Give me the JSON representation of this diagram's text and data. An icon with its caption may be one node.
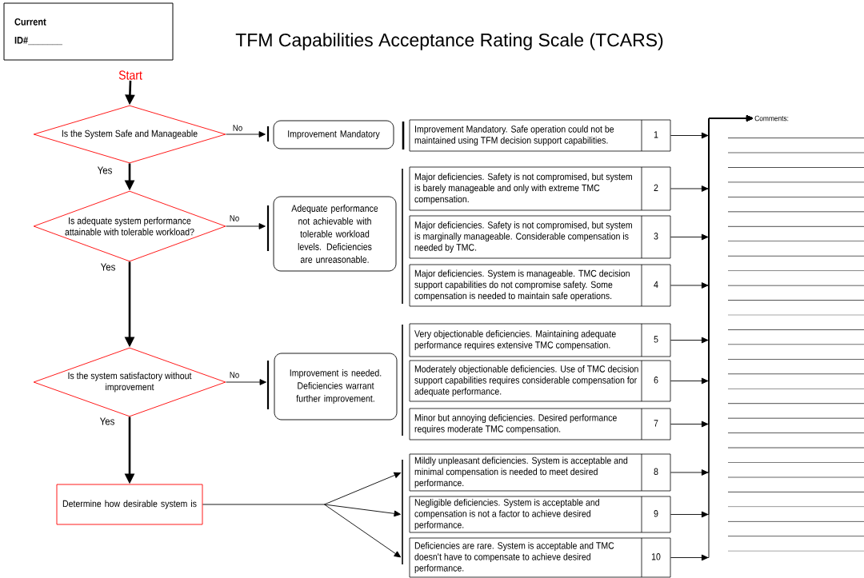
{
  "diagram": {
    "title": "TFM Capabilities Acceptance Rating Scale (TCARS)",
    "nodes": [
      {
        "text": [
          "Current",
          "ID#_______"
        ]
      },
      {
        "text": [
          "Start"
        ]
      },
      {
        "text": [
          "Is the System Safe and Manageable"
        ]
      },
      {
        "text": [
          "Improvement Mandatory"
        ]
      },
      {
        "text": [
          "Is adequate system performance attainable with tolerable workload?"
        ]
      },
      {
        "text": [
          "Adequate performance not achievable with tolerable workload levels. Deficiencies are unreasonable."
        ]
      },
      {
        "text": [
          "Is the system satisfactory without improvement"
        ]
      },
      {
        "text": [
          "Improvement is needed. Deficiencies warrant further improvement."
        ]
      },
      {
        "text": [
          "Determine how desirable system is"
        ]
      },
      {
        "text": [
          "Improvement Mandatory. Safe operation could not be maintained using TFM decision support capabilities.",
          "1"
        ]
      },
      {
        "text": [
          "Major deficiencies. Safety is not compromised, but system is barely manageable and only with extreme TMC compensation.",
          "2"
        ]
      },
      {
        "text": [
          "Major deficiencies. Safety is not compromised, but system is marginally manageable. Considerable compensation is needed by TMC.",
          "3"
        ]
      },
      {
        "text": [
          "Major deficiencies. System is manageable. TMC decision support capabilities do not compromise safety. Some compensation is needed to maintain safe operations.",
          "4"
        ]
      },
      {
        "text": [
          "Very objectionable deficiencies. Maintaining adequate performance requires extensive TMC compensation.",
          "5"
        ]
      },
      {
        "text": [
          "Moderately objectionable deficiencies. Use of TMC decision support capabilities requires considerable compensation for adequate performance.",
          "6"
        ]
      },
      {
        "text": [
          "Minor but annoying deficiencies. Desired performance requires moderate TMC compensation.",
          "7"
        ]
      },
      {
        "text": [
          "Mildly unpleasant deficiencies. System is acceptable and minimal compensation is needed to meet desired performance.",
          "8"
        ]
      },
      {
        "text": [
          "Negligible deficiencies. System is acceptable and compensation is not a factor to achieve desired performance.",
          "9"
        ]
      },
      {
        "text": [
          "Deficiencies are rare. System is acceptable and TMC doesn't have to compensate to achieve desired performance.",
          "10"
        ]
      },
      {
        "text": [
          "Comments:"
        ]
      }
    ],
    "edges": [
      {
        "from": 1,
        "to": 2,
        "arrow": "to",
        "style": "thick"
      },
      {
        "from": 2,
        "to": 3,
        "arrow": "to",
        "label": "No"
      },
      {
        "from": 2,
        "to": 4,
        "arrow": "to",
        "label": "Yes",
        "style": "thick"
      },
      {
        "from": 4,
        "to": 5,
        "arrow": "to",
        "label": "No"
      },
      {
        "from": 4,
        "to": 6,
        "arrow": "to",
        "label": "Yes",
        "style": "thick"
      },
      {
        "from": 6,
        "to": 7,
        "arrow": "to",
        "label": "No"
      },
      {
        "from": 6,
        "to": 8,
        "arrow": "to",
        "label": "Yes",
        "style": "thick"
      },
      {
        "from": 8,
        "to": 16,
        "arrow": "to"
      },
      {
        "from": 8,
        "to": 17,
        "arrow": "to"
      },
      {
        "from": 8,
        "to": 18,
        "arrow": "to"
      },
      {
        "from": 9,
        "to": 19,
        "arrow": "to"
      },
      {
        "from": 10,
        "to": 19,
        "arrow": "to"
      },
      {
        "from": 11,
        "to": 19,
        "arrow": "to"
      },
      {
        "from": 12,
        "to": 19,
        "arrow": "to"
      },
      {
        "from": 13,
        "to": 19,
        "arrow": "to"
      },
      {
        "from": 14,
        "to": 19,
        "arrow": "to"
      },
      {
        "from": 15,
        "to": 19,
        "arrow": "to"
      },
      {
        "from": 16,
        "to": 19,
        "arrow": "to"
      },
      {
        "from": 17,
        "to": 19,
        "arrow": "to"
      },
      {
        "from": 18,
        "to": 19,
        "arrow": "to"
      }
    ]
  }
}
